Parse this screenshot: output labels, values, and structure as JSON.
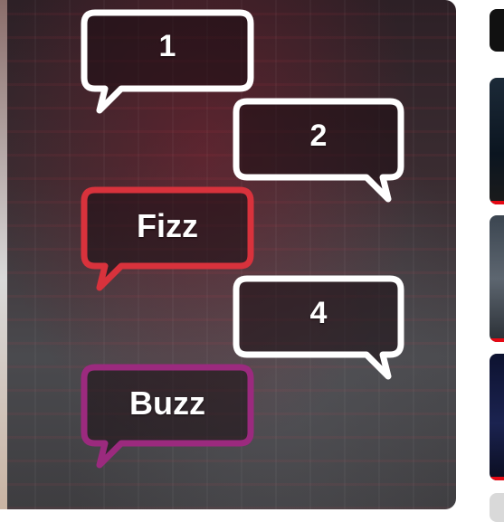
{
  "video": {
    "bubbles": [
      {
        "text": "1",
        "color": "#ffffff"
      },
      {
        "text": "2",
        "color": "#ffffff"
      },
      {
        "text": "Fizz",
        "color": "#d8323c"
      },
      {
        "text": "4",
        "color": "#ffffff"
      },
      {
        "text": "Buzz",
        "color": "#9b2a7e"
      }
    ]
  },
  "rail": {
    "progress_color": "#e50914",
    "cards": [
      {
        "thumbnail": "dark-frame"
      },
      {
        "thumbnail": "slide-frame"
      },
      {
        "thumbnail": "office-frame"
      },
      {
        "thumbnail": "stage-frame"
      },
      {
        "thumbnail": "light-frame"
      }
    ]
  }
}
